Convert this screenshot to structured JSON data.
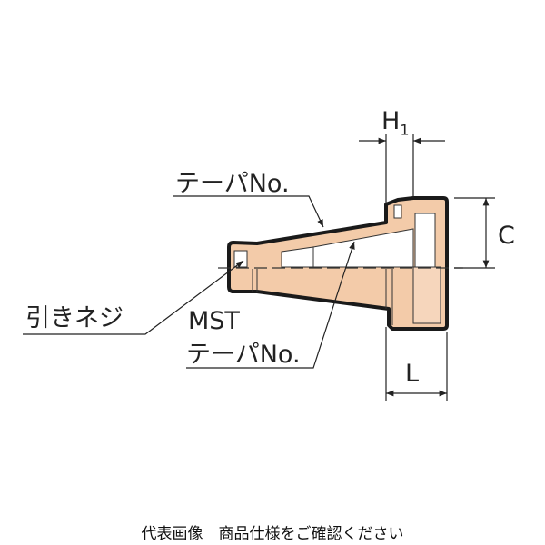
{
  "labels": {
    "h1": "H",
    "h1_sub": "1",
    "c": "C",
    "l": "L",
    "taper_no": "テーパNo.",
    "pull_screw": "引きネジ",
    "mst": "MST",
    "mst_taper_no": "テーパNo."
  },
  "caption": "代表画像　商品仕様をご確認ください",
  "colors": {
    "body": "#f3cba9",
    "line": "#1a1a1a"
  }
}
